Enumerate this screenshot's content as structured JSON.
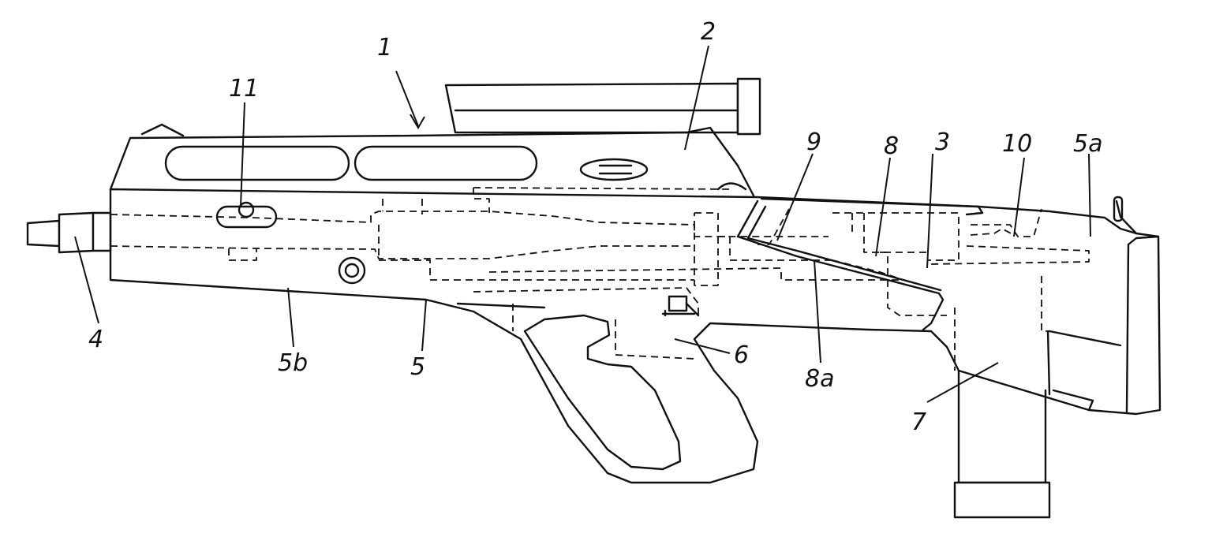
{
  "labels": {
    "l1": "1",
    "l2": "2",
    "l3": "3",
    "l4": "4",
    "l5": "5",
    "l5a": "5a",
    "l5b": "5b",
    "l6": "6",
    "l7": "7",
    "l8": "8",
    "l8a": "8a",
    "l9": "9",
    "l10": "10",
    "l11": "11"
  }
}
